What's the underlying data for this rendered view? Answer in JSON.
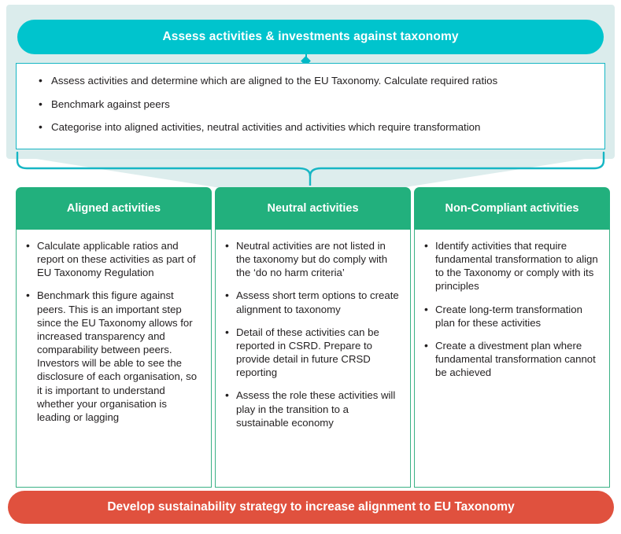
{
  "colors": {
    "backdrop": "#dbecec",
    "top_pill": "#00c4cd",
    "top_box_border": "#16b6c4",
    "column_header": "#22b07d",
    "column_border": "#3bb185",
    "bottom_pill": "#e0513e",
    "text": "#221f20",
    "white": "#ffffff"
  },
  "top": {
    "pill_title": "Assess activities & investments against taxonomy",
    "bullets": [
      "Assess activities and determine which are aligned to the EU Taxonomy. Calculate required ratios",
      "Benchmark against peers",
      "Categorise into aligned activities, neutral activities and activities which require transformation"
    ]
  },
  "columns": [
    {
      "title": "Aligned activities",
      "bullets": [
        "Calculate applicable ratios and report on these activities as part of EU Taxonomy Regulation",
        "Benchmark this figure against peers. This is an important step since the EU Taxonomy allows for increased transparency and comparability between peers. Investors will be able to see the disclosure of each organisation, so it is important to understand whether your organisation is leading or lagging"
      ]
    },
    {
      "title": "Neutral activities",
      "bullets": [
        "Neutral activities are not listed in the taxonomy but do comply with the ‘do no harm criteria’",
        "Assess short term options to create alignment to taxonomy",
        "Detail of these activities can be reported in CSRD. Prepare to provide detail in future CRSD reporting",
        "Assess the role these activities will play in the transition to a sustainable economy"
      ]
    },
    {
      "title": "Non-Compliant activities",
      "bullets": [
        "Identify activities that require fundamental transformation to align to the Taxonomy or comply with its principles",
        "Create long-term transformation plan for these activities",
        "Create a divestment plan where fundamental transformation cannot be achieved"
      ]
    }
  ],
  "bottom": {
    "title": "Develop sustainability strategy to increase alignment to EU Taxonomy"
  }
}
